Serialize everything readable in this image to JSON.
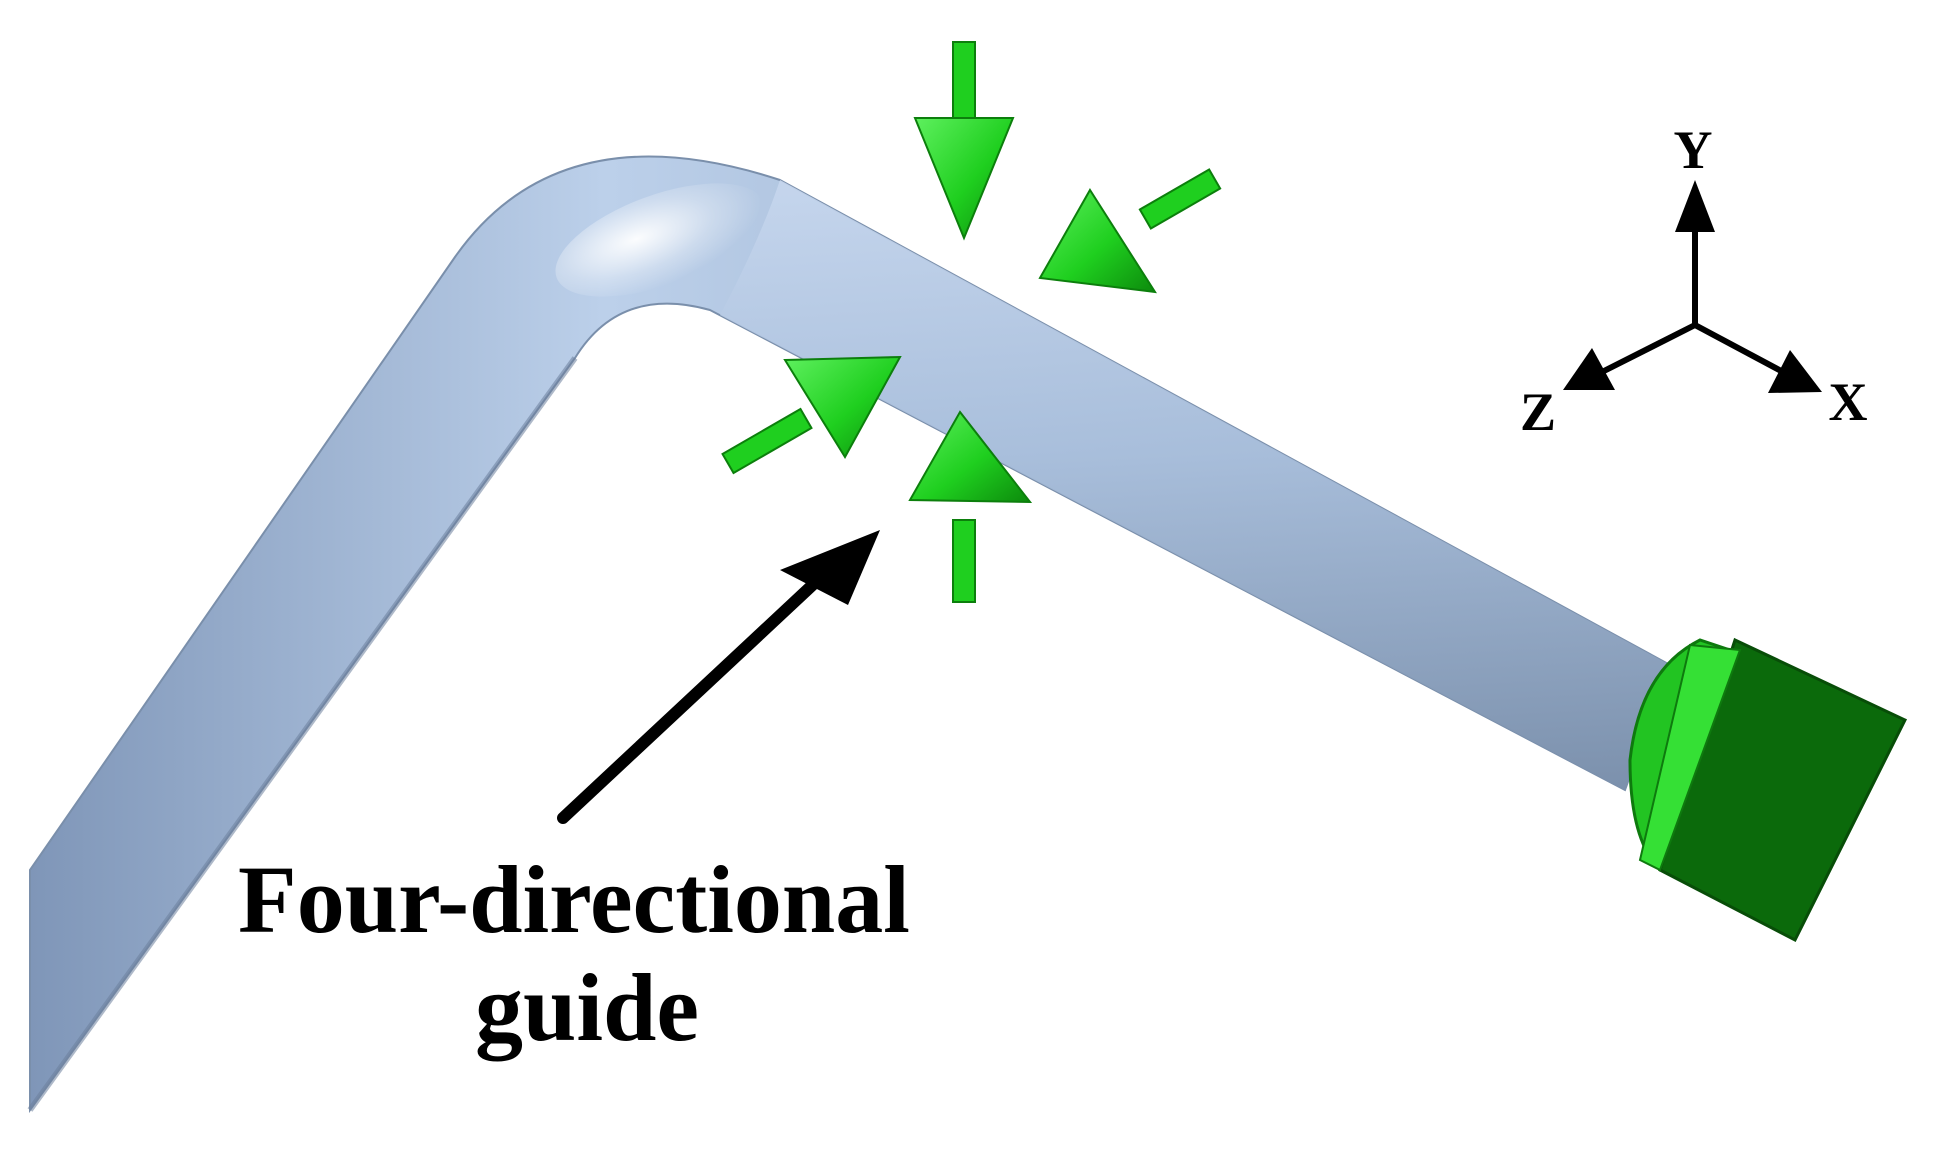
{
  "annotation": {
    "line1": "Four-directional",
    "line2": "guide"
  },
  "axes": {
    "y_label": "Y",
    "x_label": "X",
    "z_label": "Z"
  },
  "colors": {
    "pipe": "#a9bfdc",
    "pipe_dark": "#8197b4",
    "pipe_highlight": "#ffffff",
    "guide_green": "#1fd11f",
    "guide_green_dark": "#0f8f0f",
    "end_cap_dark": "#0b6a0b",
    "background": "#ffffff"
  },
  "icons": {
    "guide_arrows": "four-direction-arrow-icon",
    "pointer": "pointer-arrow-icon"
  }
}
